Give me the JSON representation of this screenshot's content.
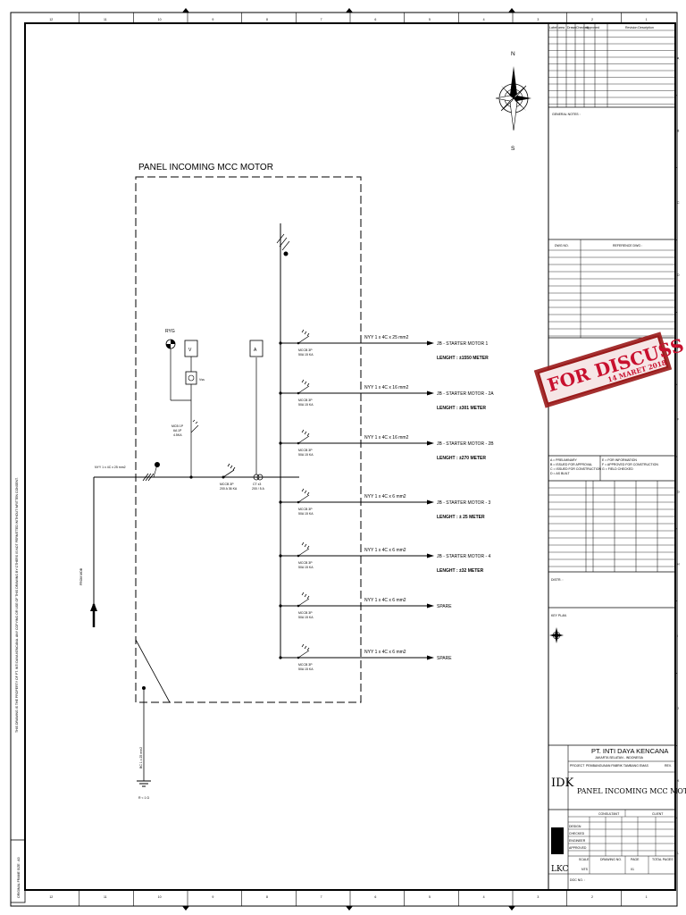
{
  "border": {
    "columns": [
      "12",
      "11",
      "10",
      "9",
      "8",
      "7",
      "6",
      "5",
      "4",
      "3",
      "2",
      "1"
    ],
    "rows": [
      "A",
      "B",
      "C",
      "D",
      "E",
      "F",
      "G",
      "H",
      "I",
      "J",
      "K",
      "L"
    ]
  },
  "vertical_note": "THIS DRAWING IS THE PROPERTY OF PT. INTI DAYA KENCANA. ANY COPYING OR USE OF THIS DRAWING BY OTHERS IS NOT PERMITTED WITHOUT WRITTEN CONSENT.",
  "original_frame": "ORIGINAL FRAME SIZE : A3",
  "compass": {
    "north": "N",
    "south": "S"
  },
  "diagram": {
    "panel_title": "PANEL INCOMING MCC MOTOR",
    "incoming_cable": "NYY 1 x 4C x 25 mm2",
    "from_label": "FROM MDB",
    "ground_cable": "BC 1 x 25 mm2",
    "ground_value": "R < 1 Ω",
    "ryg": "RYG",
    "volt_meter": "V",
    "amp_meter": "A",
    "vs_label": "Vss",
    "mcb_label": "MCB 1P",
    "mcb_rating": "6A 1P",
    "mcb_ka": "4.5KA",
    "main_breaker": "MCCB 3P",
    "main_rating": "200 A 36 KA",
    "ct_label": "CT x3",
    "ct_rating": "200 / 5 A",
    "feeders": [
      {
        "breaker": "MCCB 3P",
        "rating": "50A 15 KA",
        "cable": "NYY 1 x 4C x 25 mm2",
        "dest": "JB - STARTER MOTOR 1",
        "length": "LENGHT : ±1550 METER"
      },
      {
        "breaker": "MCCB 3P",
        "rating": "50A 15 KA",
        "cable": "NYY 1 x 4C x 16 mm2",
        "dest": "JB - STARTER MOTOR - 2A",
        "length": "LENGHT : ±301 METER"
      },
      {
        "breaker": "MCCB 3P",
        "rating": "50A 15 KA",
        "cable": "NYY 1 x 4C x 16 mm2",
        "dest": "JB - STARTER MOTOR - 2B",
        "length": "LENGHT : ±270 METER"
      },
      {
        "breaker": "MCCB 3P",
        "rating": "50A 15 KA",
        "cable": "NYY 1 x 4C x 6 mm2",
        "dest": "JB - STARTER MOTOR - 3",
        "length": "LENGHT : ± 25 METER"
      },
      {
        "breaker": "MCCB 3P",
        "rating": "50A 15 KA",
        "cable": "NYY 1 x 4C x 6 mm2",
        "dest": "JB - STARTER MOTOR - 4",
        "length": "LENGHT : ±32 METER"
      },
      {
        "breaker": "MCCB 3P",
        "rating": "50A 15 KA",
        "cable": "NYY 1 x 4C x 6 mm2",
        "dest": "SPARE",
        "length": ""
      },
      {
        "breaker": "MCCB 3P",
        "rating": "50A 15 KA",
        "cable": "NYY 1 x 4C x 6 mm2",
        "dest": "SPARE",
        "length": ""
      }
    ]
  },
  "title_block": {
    "rev_headers": [
      "Label",
      "area",
      "Drawn",
      "Checked",
      "Approved",
      "Revision Description"
    ],
    "general_notes": "GENERAL NOTES :",
    "dwg_no": "DWG NO.",
    "reference_dwg": "REFERENCE DWG :",
    "stamp_text": "FOR DISCUSS",
    "stamp_date": "14 MARET 2018",
    "status_left": [
      "A = PRELIMINARY",
      "B = ISSUED FOR APPROVAL",
      "C = ISSUED FOR CONSTRUCTION",
      "D = AS BUILT"
    ],
    "status_right": [
      "E = FOR INFORMATION",
      "F = APPROVED FOR CONSTRUCTION",
      "G = FIELD CHECKED"
    ],
    "distr": "DISTR. :",
    "key_plan": "KEY PLAN",
    "company": "PT. INTI DAYA KENCANA",
    "company_sub": "JAKARTA SELATAN - INDONESIA",
    "project_label": "PROJECT",
    "project": "PEMBANGUNAN PABRIK TAMBANG EMAS",
    "logo": "IDK",
    "drawing_title": "PANEL INCOMING MCC MOTOR",
    "contractor": "CONSULTANT",
    "client": "CLIENT",
    "sign_rows": [
      "DESIGN",
      "CHECKED",
      "ENGINEER",
      "APPROVED"
    ],
    "footer_labels": [
      "SCALE",
      "DRAWING NO.",
      "PAGE",
      "TOTAL PAGES"
    ],
    "scale_value": "NTS",
    "page_value": "01",
    "logo2": "LKC",
    "doc_no": "DOC NO. :",
    "rev_label": "REV."
  }
}
